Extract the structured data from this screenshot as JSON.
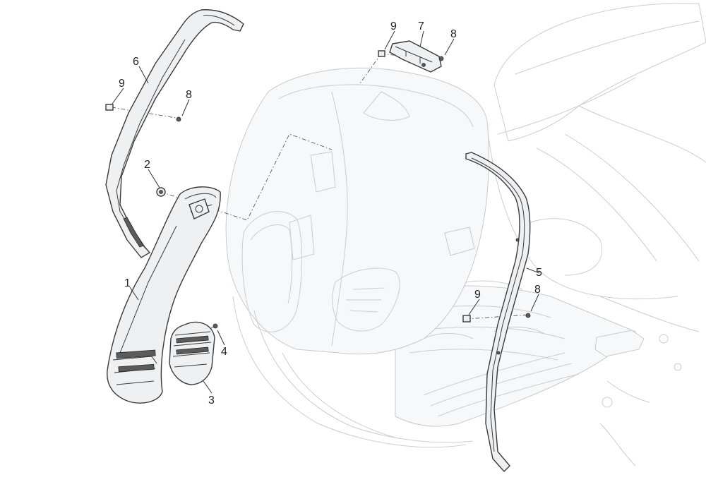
{
  "diagram": {
    "callouts": [
      {
        "id": "c1",
        "label": "1"
      },
      {
        "id": "c2",
        "label": "2"
      },
      {
        "id": "c3",
        "label": "3"
      },
      {
        "id": "c4",
        "label": "4"
      },
      {
        "id": "c5",
        "label": "5"
      },
      {
        "id": "c6",
        "label": "6"
      },
      {
        "id": "c7",
        "label": "7"
      },
      {
        "id": "c8a",
        "label": "8"
      },
      {
        "id": "c8b",
        "label": "8"
      },
      {
        "id": "c8c",
        "label": "8"
      },
      {
        "id": "c9a",
        "label": "9"
      },
      {
        "id": "c9b",
        "label": "9"
      },
      {
        "id": "c9c",
        "label": "9"
      }
    ]
  }
}
